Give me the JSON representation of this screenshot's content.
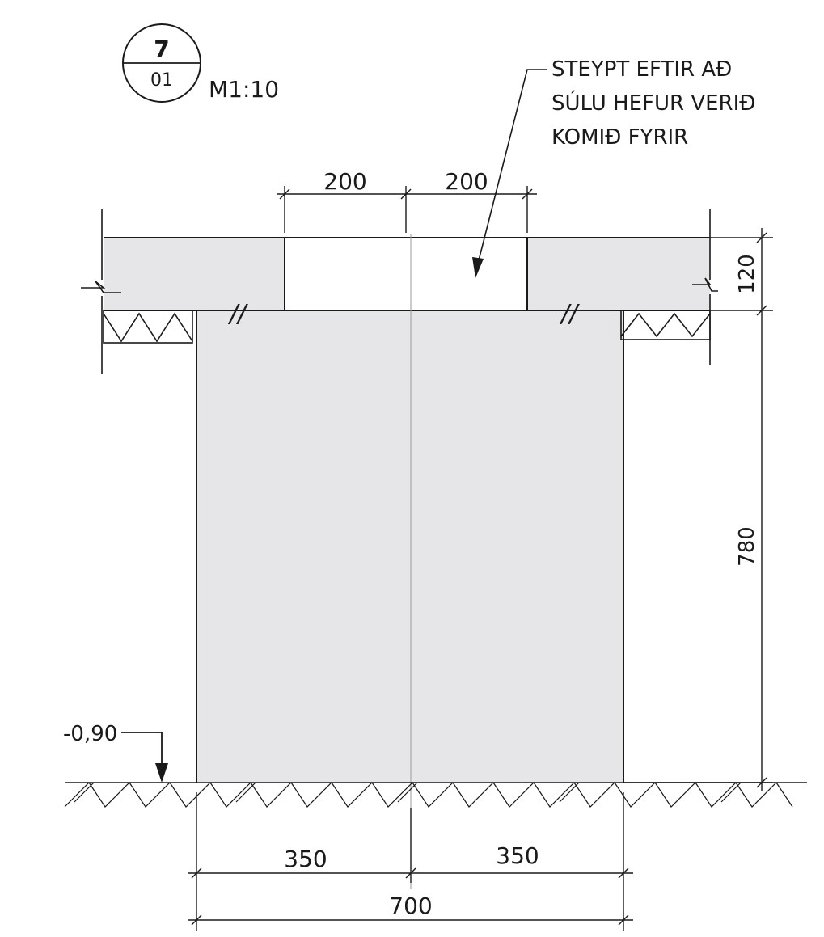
{
  "detail_marker": {
    "number": "7",
    "sheet": "01"
  },
  "scale": "M1:10",
  "note": {
    "line1": "STEYPT EFTIR AÐ",
    "line2": "SÚLU HEFUR VERIÐ",
    "line3": "KOMIÐ FYRIR"
  },
  "dimensions": {
    "top_left": "200",
    "top_right": "200",
    "slab_height": "120",
    "footing_height": "780",
    "bottom_left": "350",
    "bottom_right": "350",
    "bottom_total": "700"
  },
  "level": "-0,90",
  "break_marks": {
    "left": "//",
    "right": "//"
  },
  "colors": {
    "concrete": "#e6e6e8",
    "ink": "#1a1a1a",
    "centerline": "#9a9a9a"
  }
}
